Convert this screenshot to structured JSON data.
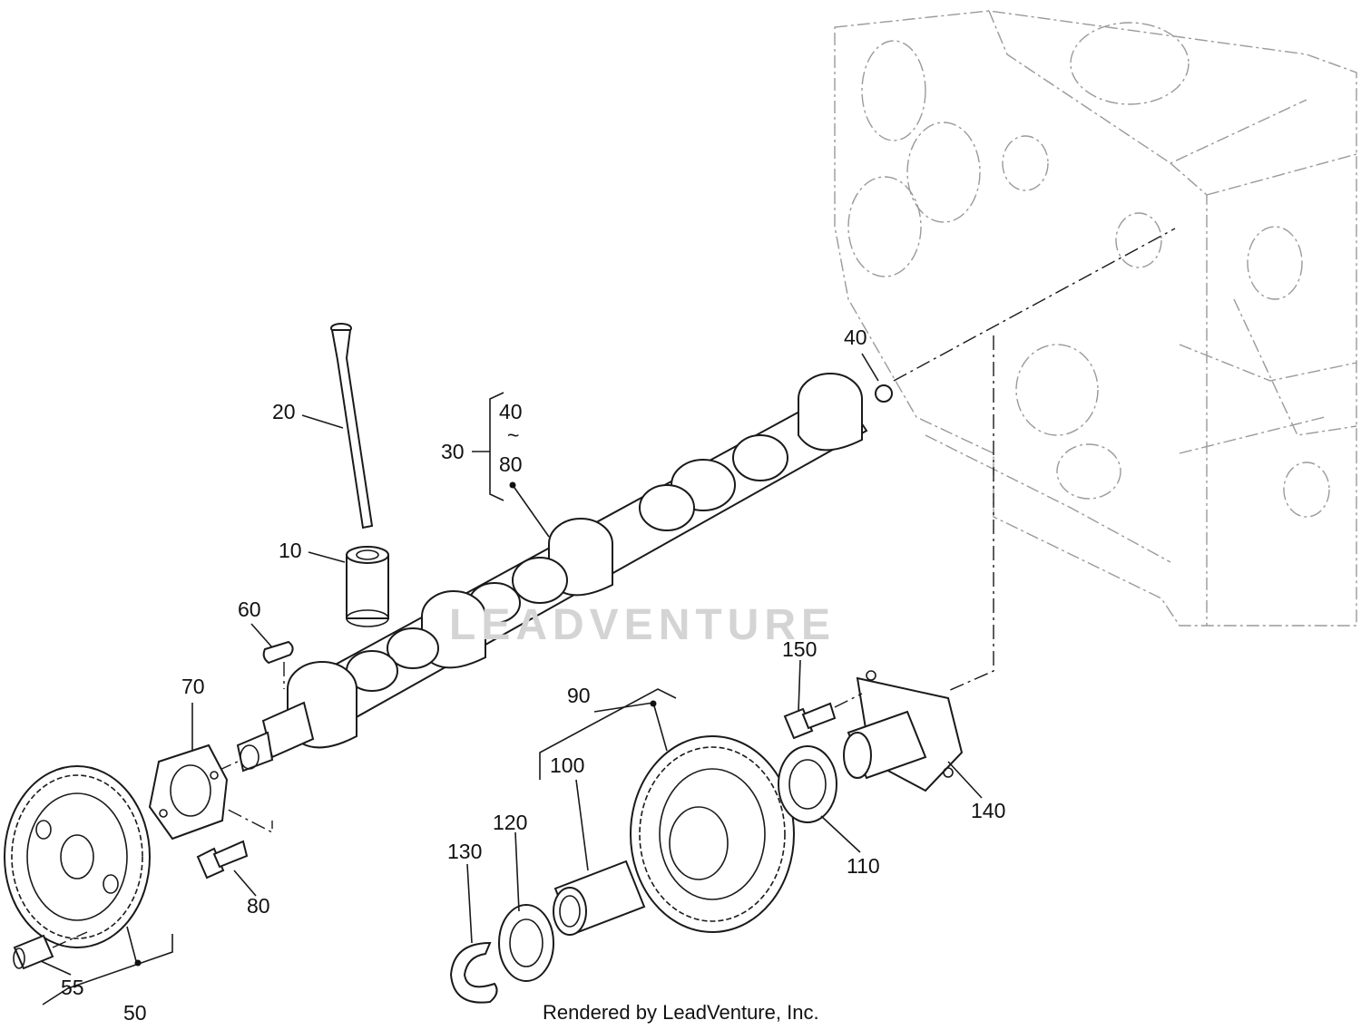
{
  "callouts": {
    "c10": "10",
    "c20": "20",
    "c30": "30",
    "c30_range_top": "40",
    "c30_range_tilde": "~",
    "c30_range_bottom": "80",
    "c40": "40",
    "c50": "50",
    "c55": "55",
    "c60": "60",
    "c70": "70",
    "c80": "80",
    "c90": "90",
    "c100": "100",
    "c110": "110",
    "c120": "120",
    "c130": "130",
    "c140": "140",
    "c150": "150"
  },
  "watermark": "LEADVENTURE",
  "footer": "Rendered by LeadVenture, Inc."
}
